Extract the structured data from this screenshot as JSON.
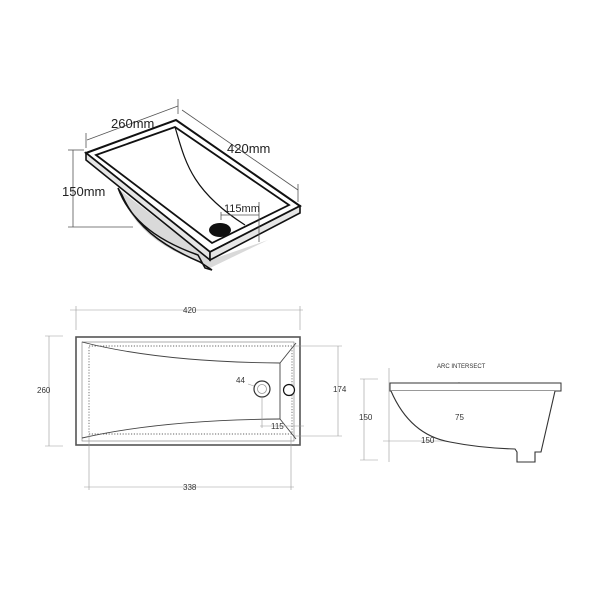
{
  "isometric_view": {
    "width_label": "260mm",
    "length_label": "420mm",
    "depth_label": "150mm",
    "drain_offset_label": "115mm"
  },
  "plan_view": {
    "overall_length": "420",
    "overall_width": "260",
    "basin_width": "174",
    "basin_length": "338",
    "drain_diameter": "44",
    "drain_offset": "115"
  },
  "side_view": {
    "title": "ARC INTERSECT",
    "height": "150",
    "arc_radius": "150",
    "arc_mid": "75"
  },
  "colors": {
    "line": "#111111",
    "dimension": "#555555",
    "shade": "#d9d9d9",
    "drain": "#111111"
  }
}
